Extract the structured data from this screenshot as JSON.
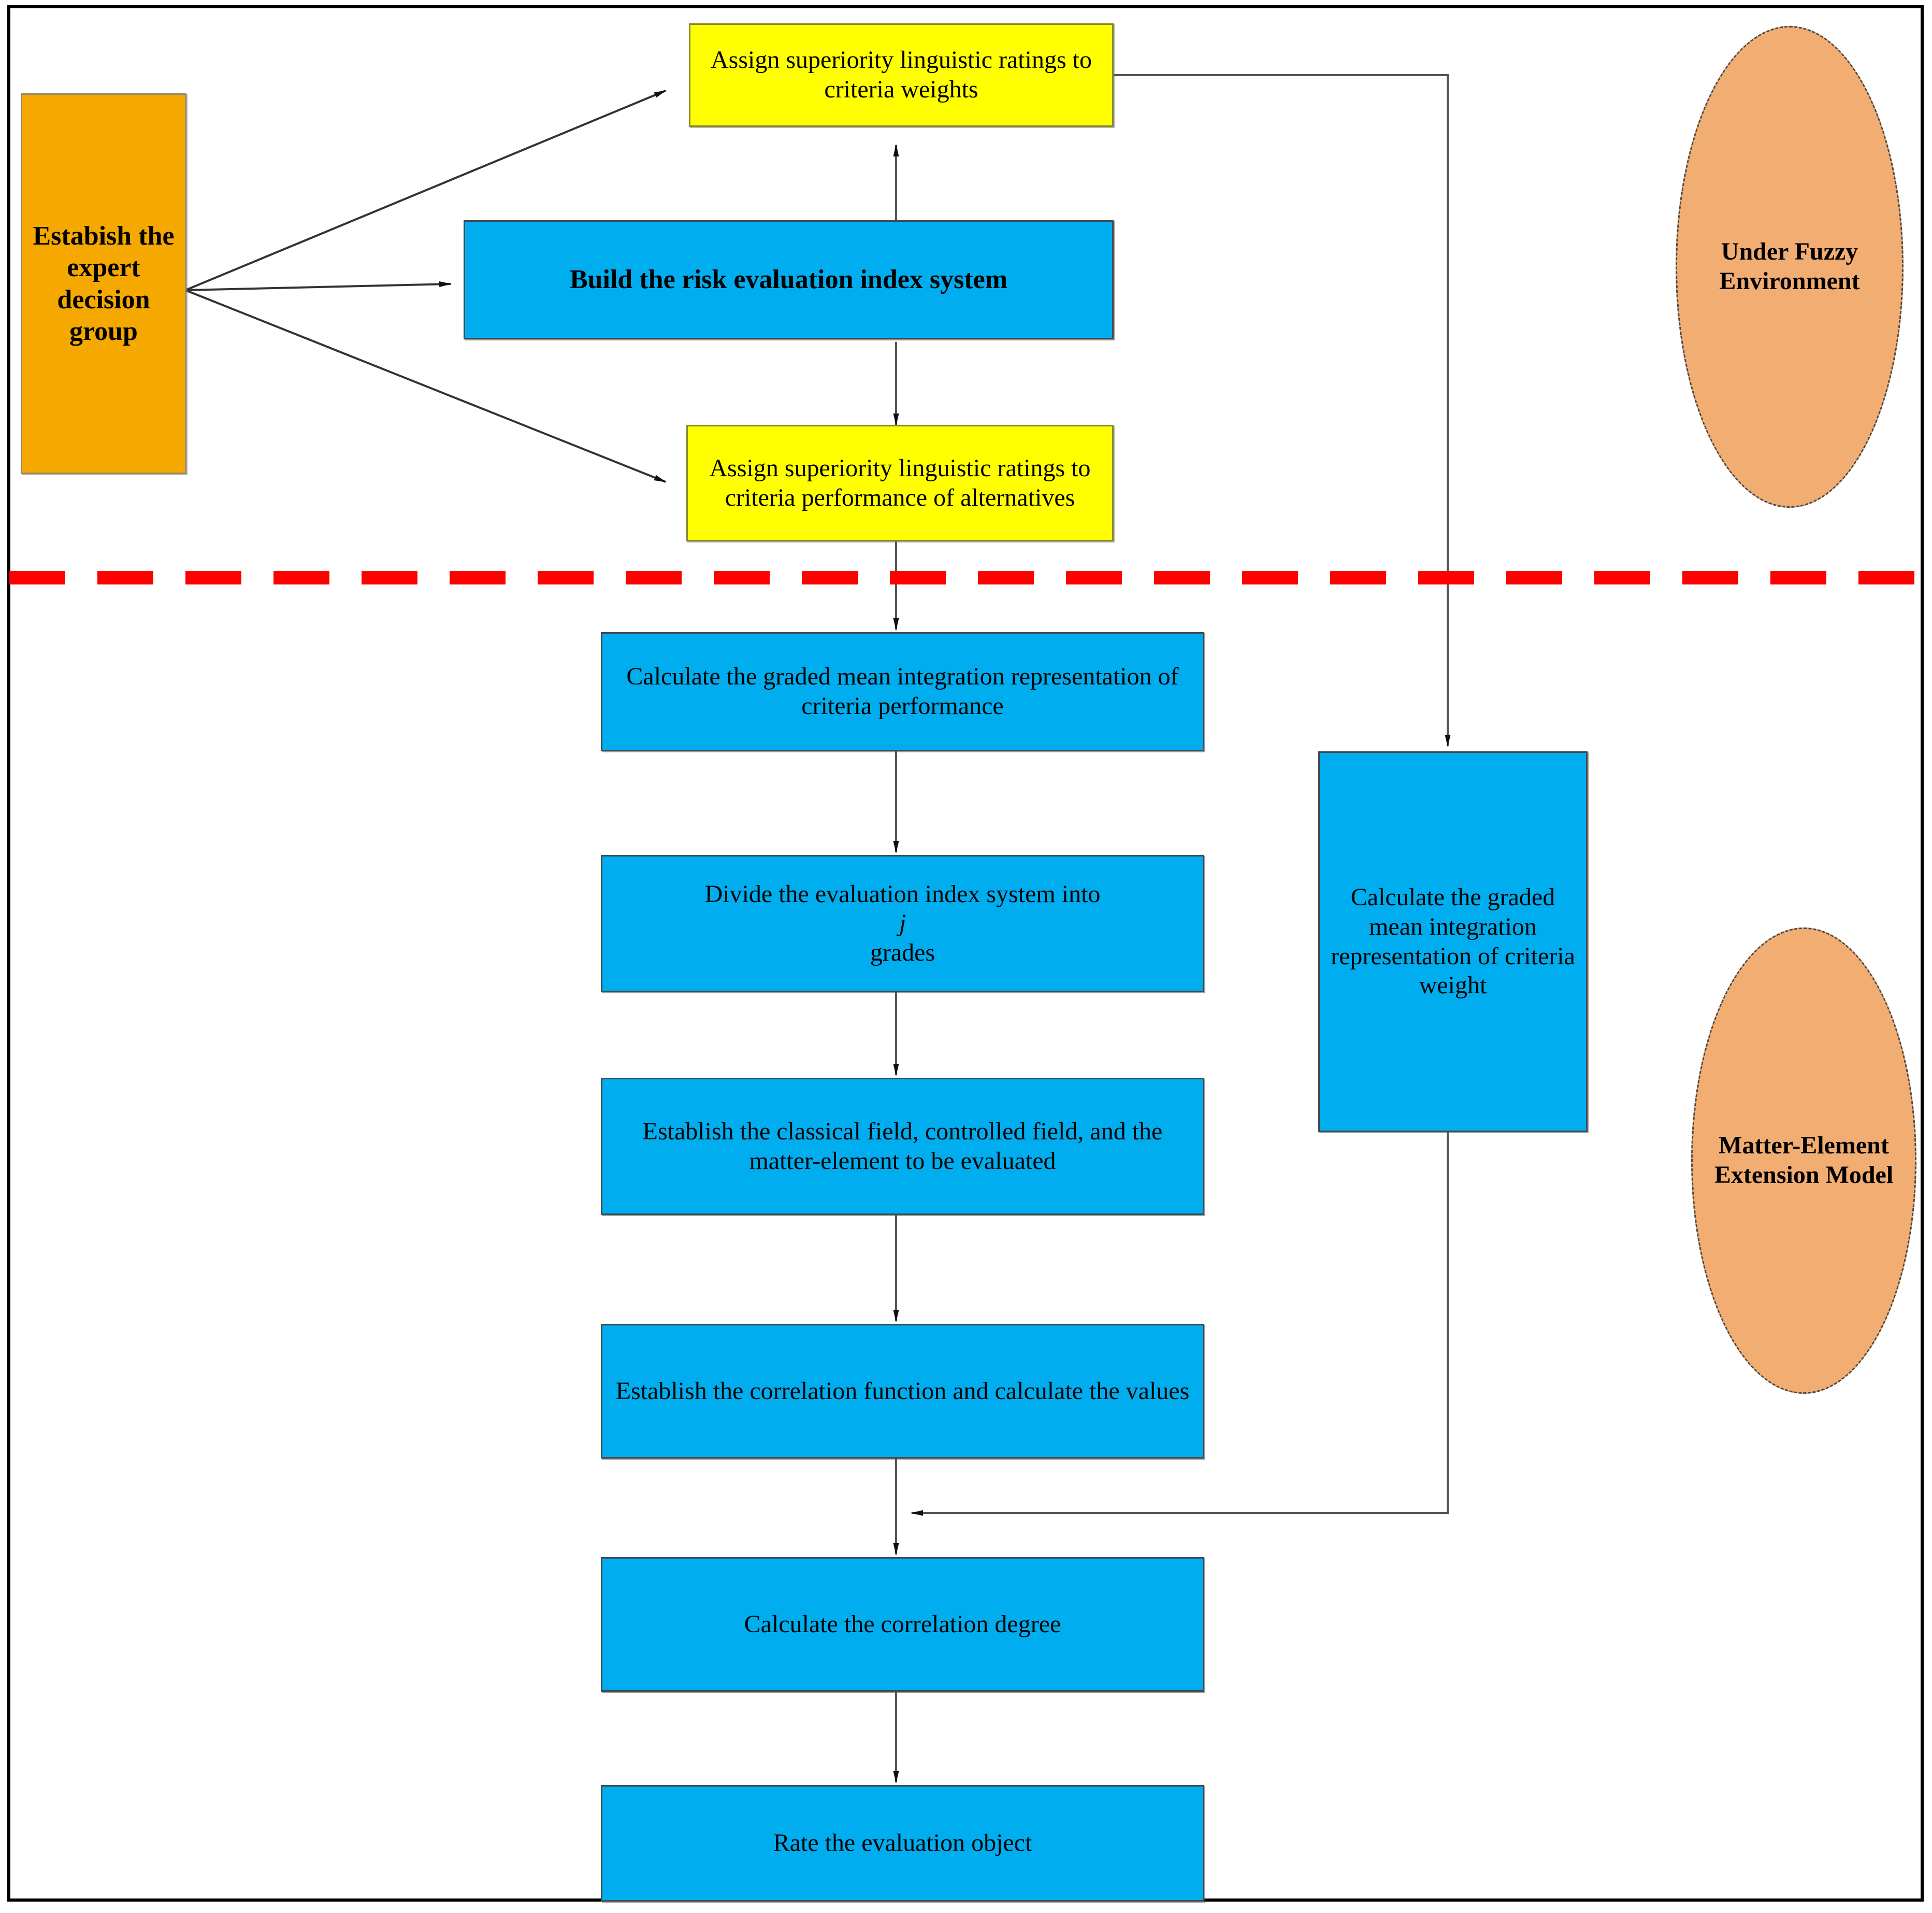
{
  "diagram": {
    "title_present": false,
    "colors": {
      "blue_box": "#00AEEF",
      "yellow_box": "#FFFF00",
      "orange_box": "#F5A800",
      "ellipse_fill": "#F2AE72",
      "divider": "#FF0000",
      "border": "#000000",
      "connector": "#555555"
    },
    "divider": {
      "style": "dashed",
      "color": "#FF0000",
      "orientation": "horizontal"
    },
    "nodes": {
      "expert_group": {
        "label": "Estabish the expert decision group",
        "shape": "rectangle",
        "fill": "orange"
      },
      "assign_weights": {
        "label": "Assign superiority linguistic ratings to criteria weights",
        "shape": "rectangle",
        "fill": "yellow"
      },
      "build_index": {
        "label": "Build the risk evaluation index system",
        "shape": "rectangle",
        "fill": "blue"
      },
      "assign_performance": {
        "label": "Assign superiority linguistic ratings  to criteria performance of alternatives",
        "shape": "rectangle",
        "fill": "yellow"
      },
      "gmir_performance": {
        "label": "Calculate the  graded mean integration representation  of criteria performance",
        "shape": "rectangle",
        "fill": "blue"
      },
      "divide_grades_pre": {
        "label": "Divide the evaluation index system into ",
        "label_italic": "j",
        "label_post": " grades",
        "shape": "rectangle",
        "fill": "blue"
      },
      "establish_fields": {
        "label": "Establish the classical field, controlled field, and the matter-element to be evaluated",
        "shape": "rectangle",
        "fill": "blue"
      },
      "correlation_function": {
        "label": "Establish the correlation function and calculate the values",
        "shape": "rectangle",
        "fill": "blue"
      },
      "correlation_degree": {
        "label": "Calculate the correlation degree",
        "shape": "rectangle",
        "fill": "blue"
      },
      "rate_object": {
        "label": "Rate the evaluation object",
        "shape": "rectangle",
        "fill": "blue"
      },
      "gmir_weight": {
        "label": "Calculate the graded mean integration representation  of criteria weight",
        "shape": "rectangle",
        "fill": "blue"
      },
      "fuzzy_env": {
        "label": "Under Fuzzy Environment",
        "shape": "ellipse",
        "fill": "ellipse"
      },
      "matter_element": {
        "label": "Matter-Element Extension Model",
        "shape": "ellipse",
        "fill": "ellipse"
      }
    }
  }
}
